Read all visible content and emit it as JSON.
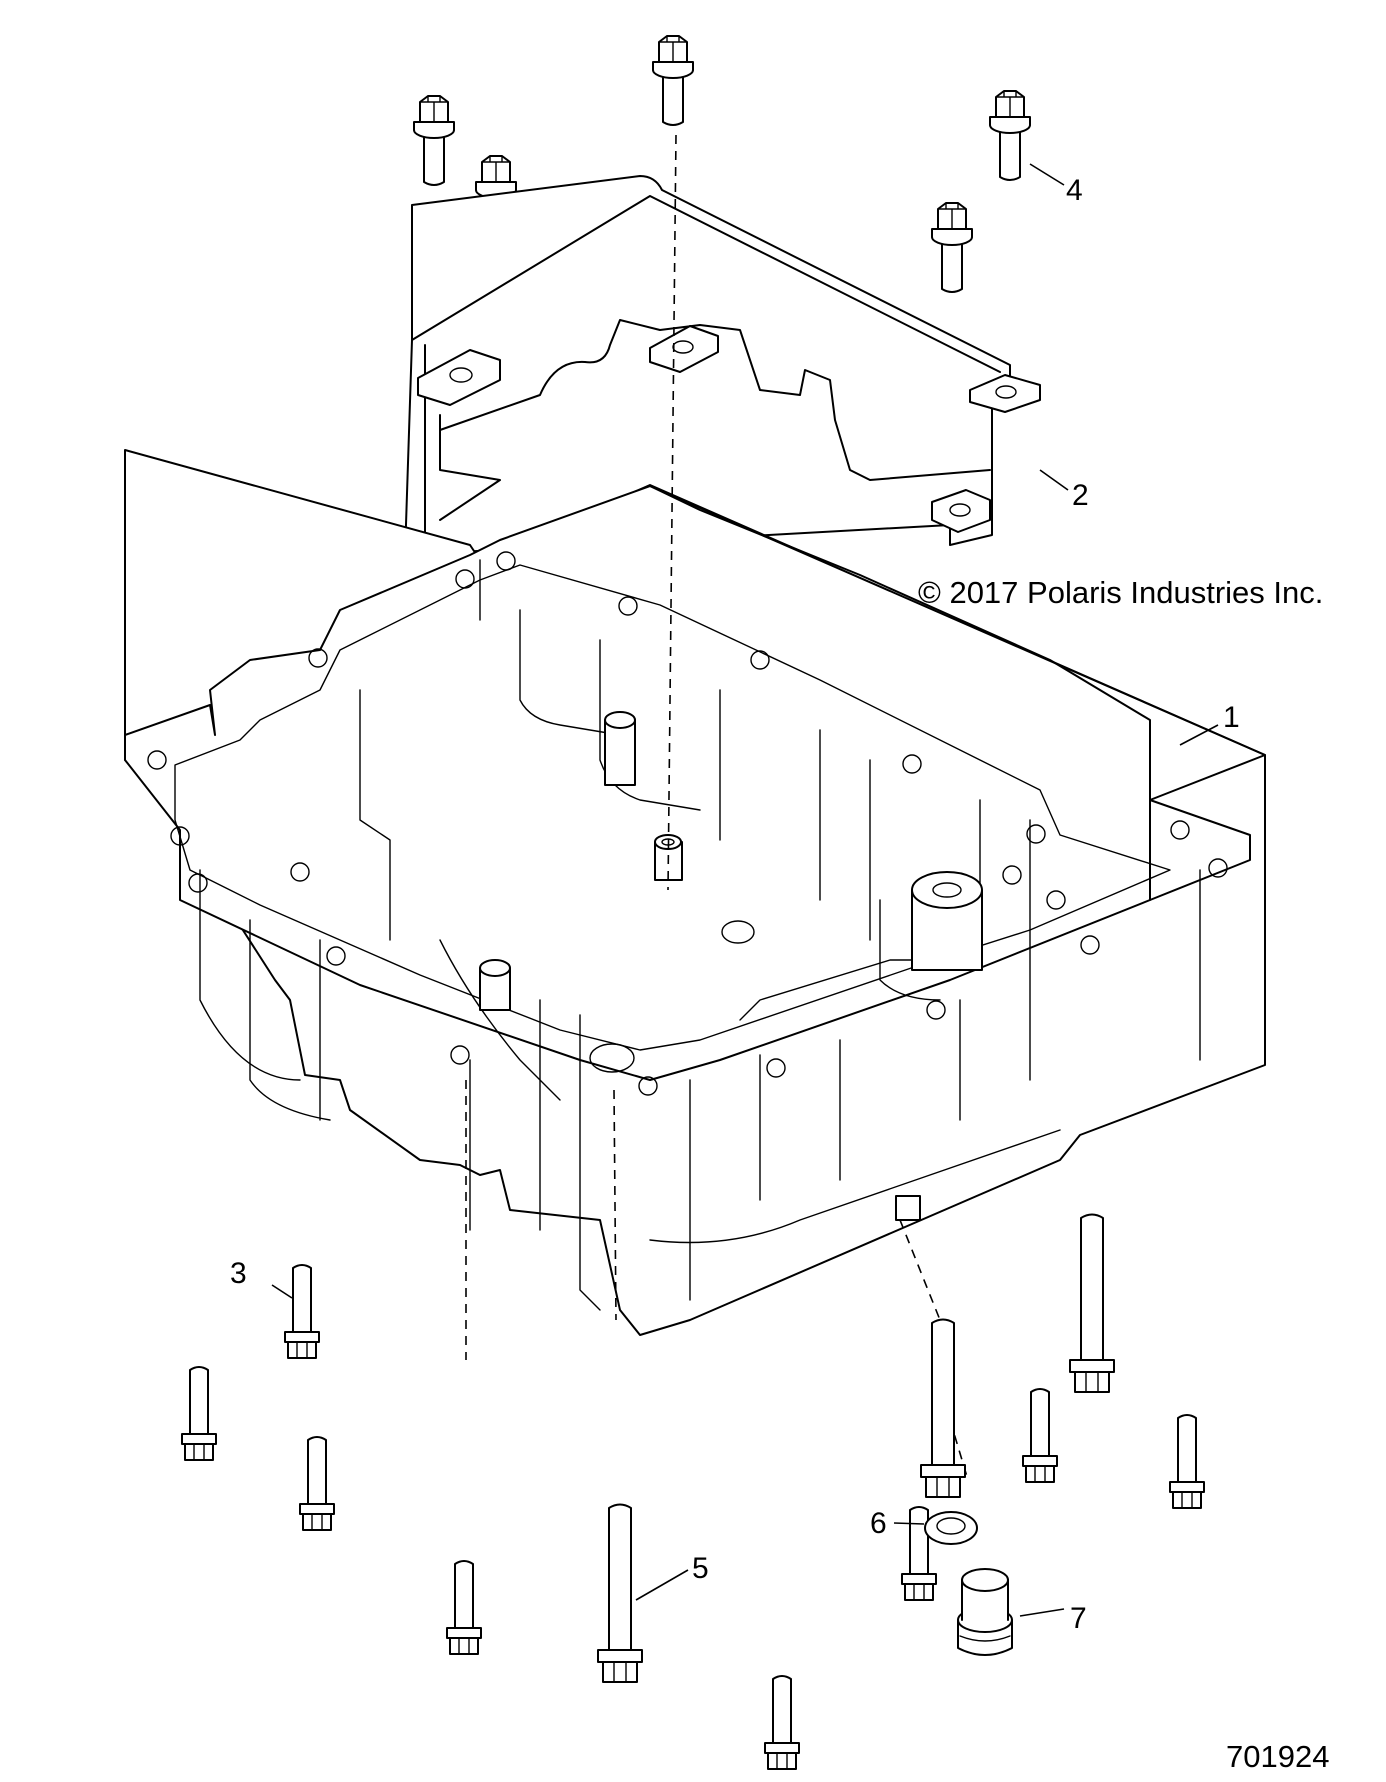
{
  "copyright": "© 2017 Polaris Industries Inc.",
  "figure_number": "701924",
  "callouts": {
    "oil_pan": "1",
    "baffle_bracket": "2",
    "screw_short": "3",
    "bracket_screw": "4",
    "screw_long": "5",
    "drain_washer": "6",
    "drain_plug": "7"
  }
}
